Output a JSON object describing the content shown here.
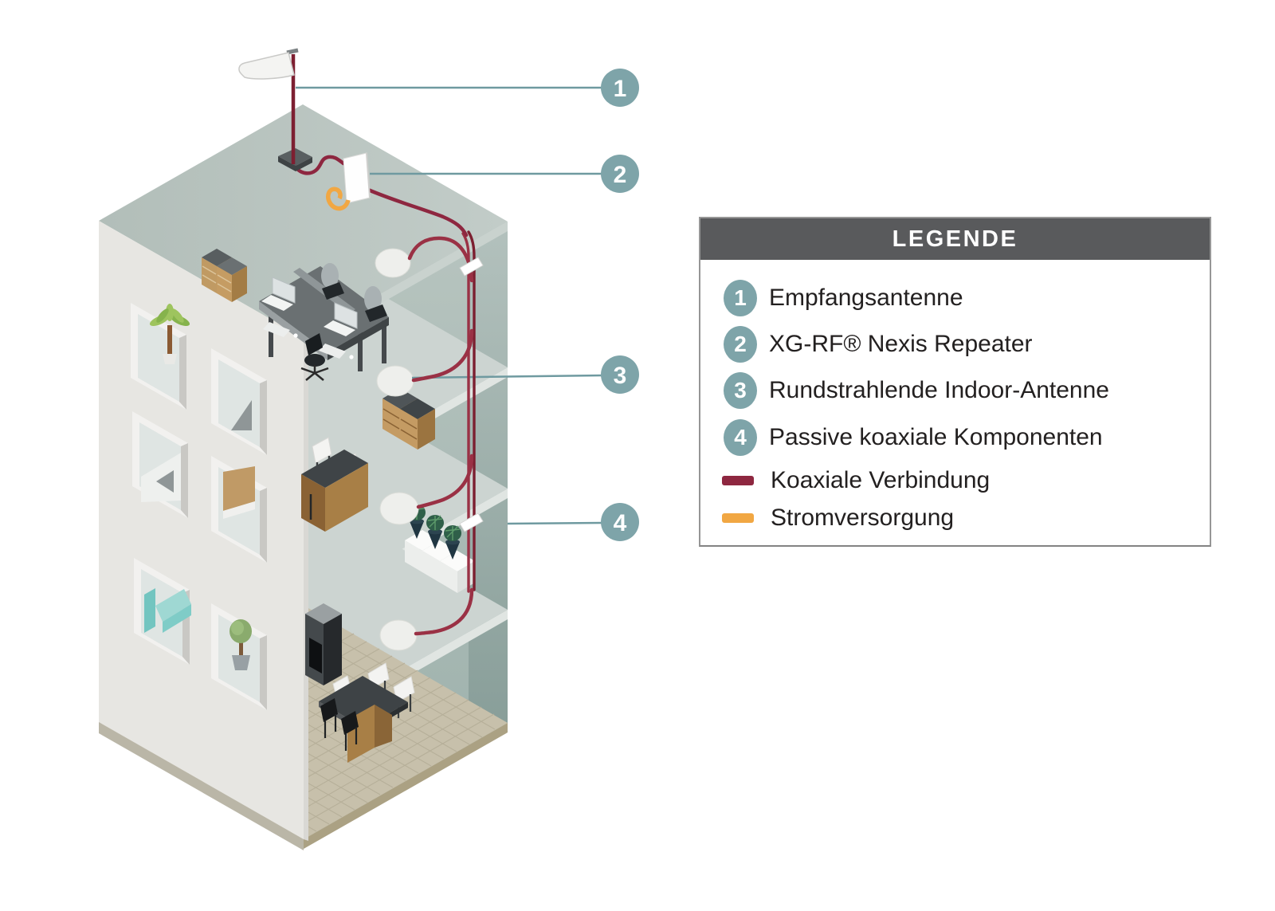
{
  "legend": {
    "title": "LEGENDE",
    "items": [
      {
        "symbol": "1",
        "label": "Empfangsantenne"
      },
      {
        "symbol": "2",
        "label": "XG-RF® Nexis Repeater"
      },
      {
        "symbol": "3",
        "label": "Rundstrahlende Indoor-Antenne"
      },
      {
        "symbol": "4",
        "label": "Passive koaxiale Komponenten"
      }
    ],
    "lines": [
      {
        "label": "Koaxiale Verbindung",
        "color": "#8E2740"
      },
      {
        "label": "Stromversorgung",
        "color": "#F1A743"
      }
    ]
  },
  "callouts": [
    {
      "number": "1",
      "points_to": "Empfangsantenne"
    },
    {
      "number": "2",
      "points_to": "XG-RF® Nexis Repeater"
    },
    {
      "number": "3",
      "points_to": "Rundstrahlende Indoor-Antenne"
    },
    {
      "number": "4",
      "points_to": "Passive koaxiale Komponenten"
    }
  ],
  "colors": {
    "accent_teal": "#7EA4A9",
    "callout_line": "#6F9AA0",
    "coax": "#8E2740",
    "coax_light": "#9A3145",
    "power": "#F1A743",
    "legend_header_bg": "#595A5C",
    "legend_border": "#969696",
    "legend_text": "#232020",
    "roof": "#B8C3BF",
    "exterior_wall": "#E7E6E2",
    "interior_wall": "#A3B6B1",
    "floor_slab": "#CCD4D1",
    "ground_tiles": "#C7C0AB"
  }
}
